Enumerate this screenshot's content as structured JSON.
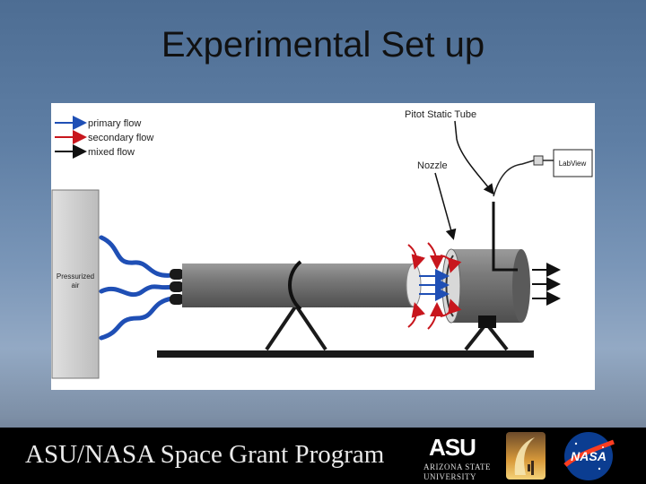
{
  "slide": {
    "title": "Experimental Set up"
  },
  "diagram": {
    "legend": [
      {
        "label": "primary flow",
        "color": "#1f4fb5"
      },
      {
        "label": "secondary flow",
        "color": "#c8161d"
      },
      {
        "label": "mixed flow",
        "color": "#111111"
      }
    ],
    "labels": {
      "pitot": "Pitot Static Tube",
      "nozzle": "Nozzle",
      "labview": "LabView",
      "pressurized_line1": "Pressurized",
      "pressurized_line2": "air"
    },
    "colors": {
      "primary_flow": "#1f4fb5",
      "secondary_flow": "#c8161d",
      "mixed_flow": "#111111",
      "tube_gray": "#6e6e6e",
      "tank_gray": "#d0d0d0"
    }
  },
  "footer": {
    "program_name": "ASU/NASA Space Grant Program",
    "asu_mark": "ASU",
    "asu_line1": "ARIZONA STATE",
    "asu_line2": "UNIVERSITY",
    "nasa_mark": "NASA"
  }
}
